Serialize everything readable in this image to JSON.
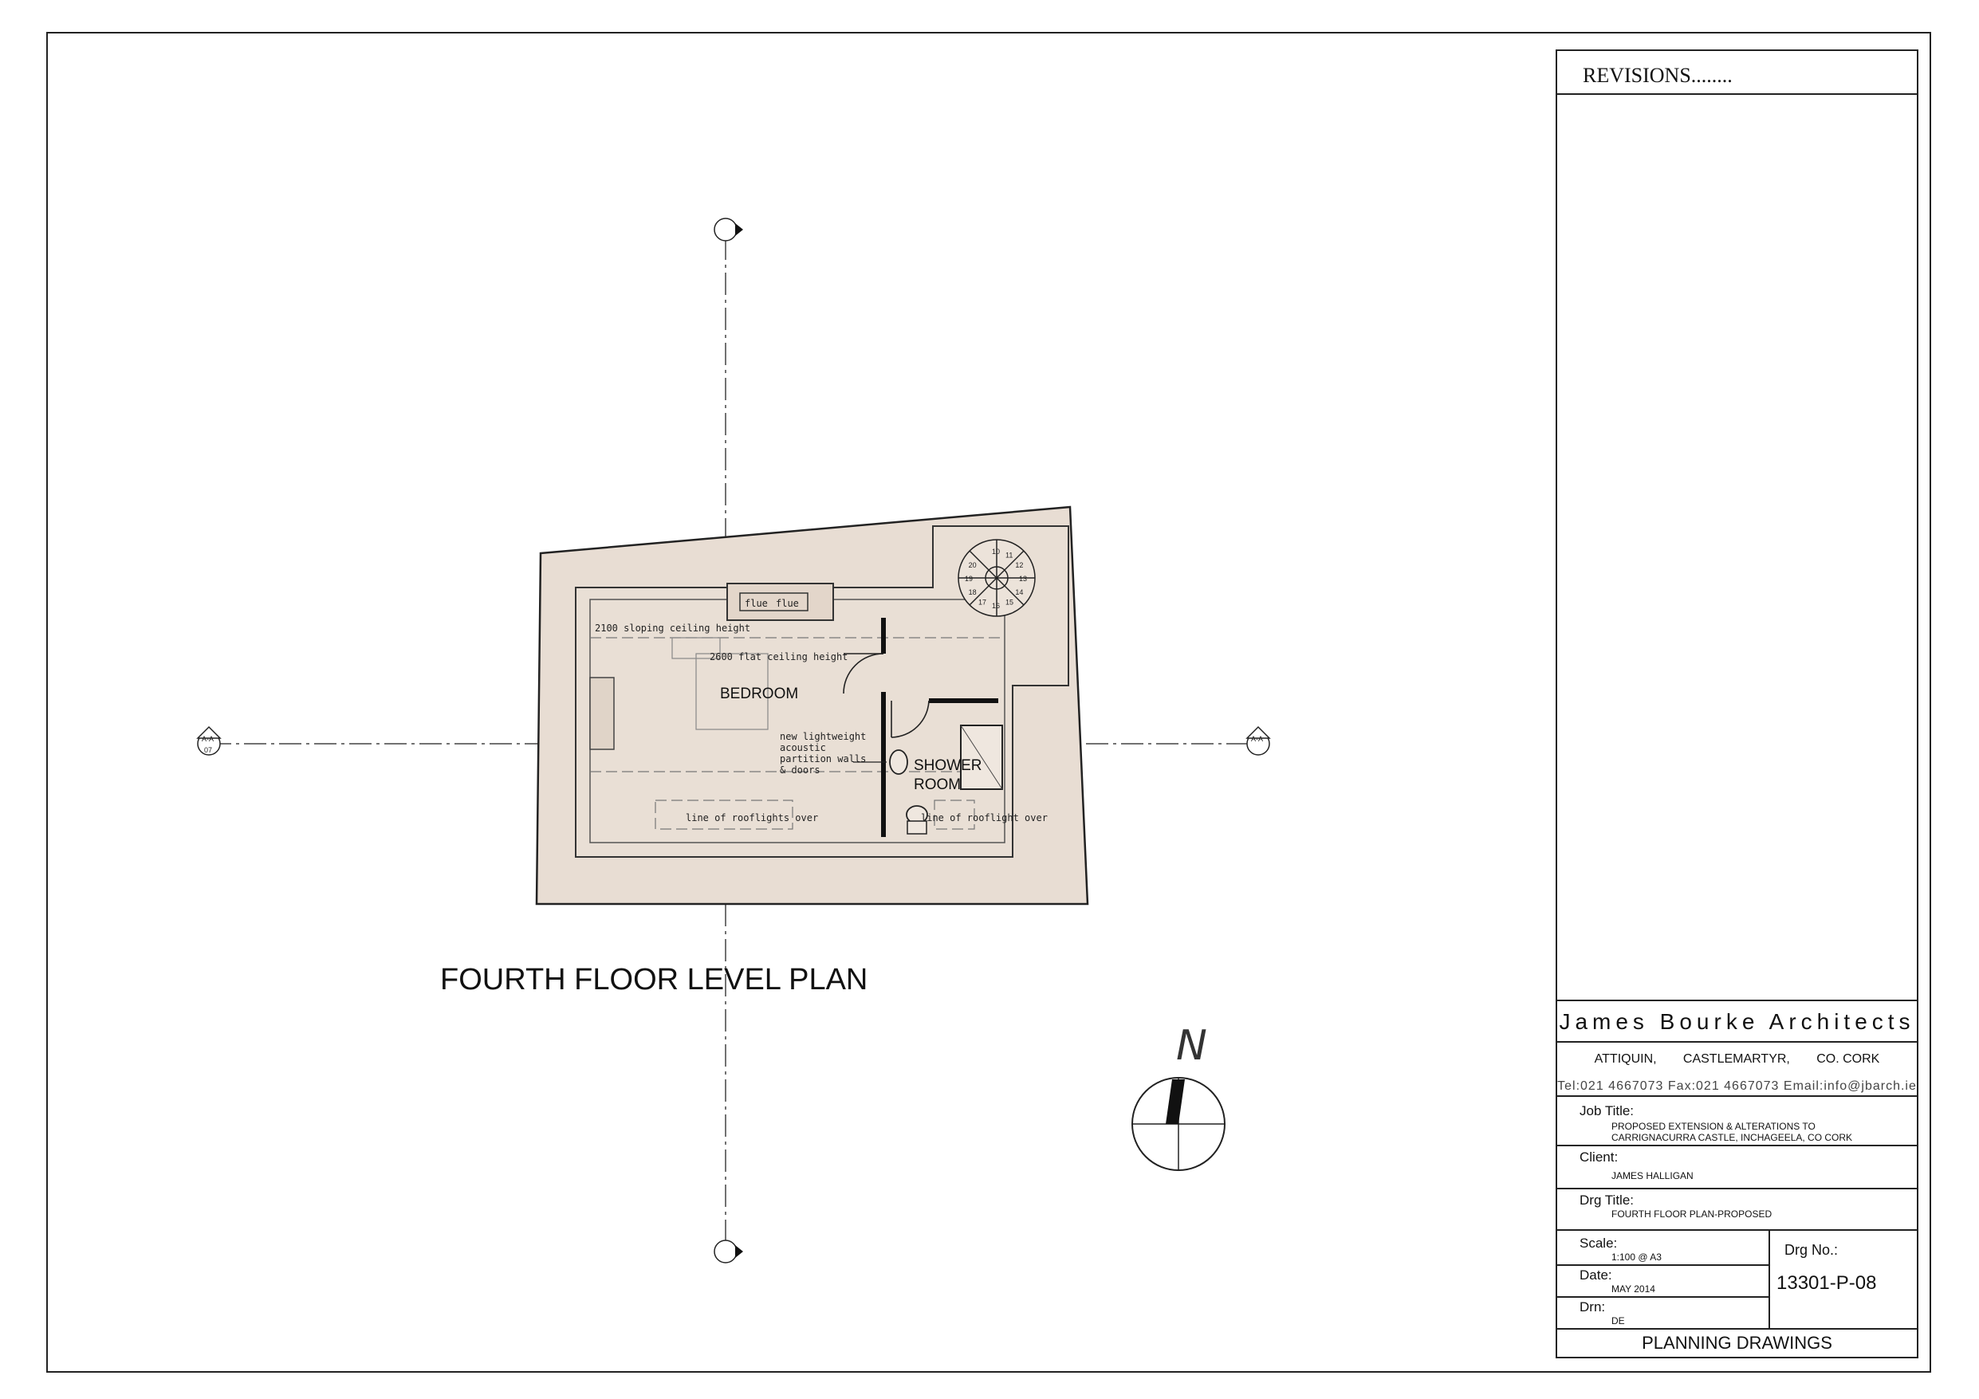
{
  "revisions": {
    "label": "REVISIONS........"
  },
  "firm": {
    "name": "James Bourke Architects"
  },
  "address": {
    "parts": [
      "ATTIQUIN,",
      "CASTLEMARTYR,",
      "CO. CORK"
    ],
    "contact": "Tel:021  4667073  Fax:021  4667073  Email:info@jbarch.ie"
  },
  "job": {
    "label": "Job Title:",
    "line1": "PROPOSED EXTENSION  & ALTERATIONS TO",
    "line2": "CARRIGNACURRA CASTLE, INCHAGEELA, CO CORK"
  },
  "client": {
    "label": "Client:",
    "value": "JAMES HALLIGAN"
  },
  "drawing": {
    "label": "Drg Title:",
    "value": "FOURTH FLOOR  PLAN-PROPOSED"
  },
  "scale": {
    "label": "Scale:",
    "value": "1:100 @ A3"
  },
  "date": {
    "label": "Date:",
    "value": "MAY 2014"
  },
  "drawn_by": {
    "label": "Drn:",
    "value": "DE"
  },
  "drawing_number": {
    "label": "Drg No.:",
    "value": "13301-P-08"
  },
  "status": "PLANNING DRAWINGS",
  "plan": {
    "title": "FOURTH FLOOR  LEVEL PLAN",
    "north": "N",
    "section_marker": {
      "id": "A-A",
      "sheet": "07"
    },
    "rooms": {
      "bedroom": "BEDROOM",
      "shower1": "SHOWER",
      "shower2": "ROOM"
    },
    "flue_labels": [
      "flue",
      "flue"
    ],
    "notes": {
      "sloping": "2100 sloping ceiling height",
      "flat": "2600 flat ceiling height",
      "partition": [
        "new lightweight",
        "acoustic",
        "partition walls",
        "& doors"
      ],
      "rooflights": "line of rooflights over",
      "rooflight": "line of rooflight over"
    },
    "stair_numbers": [
      "10",
      "11",
      "12",
      "13",
      "14",
      "15",
      "16",
      "17",
      "18",
      "19",
      "20"
    ]
  },
  "colors": {
    "floor_fill": "#e8ddd3",
    "line": "#222222"
  }
}
